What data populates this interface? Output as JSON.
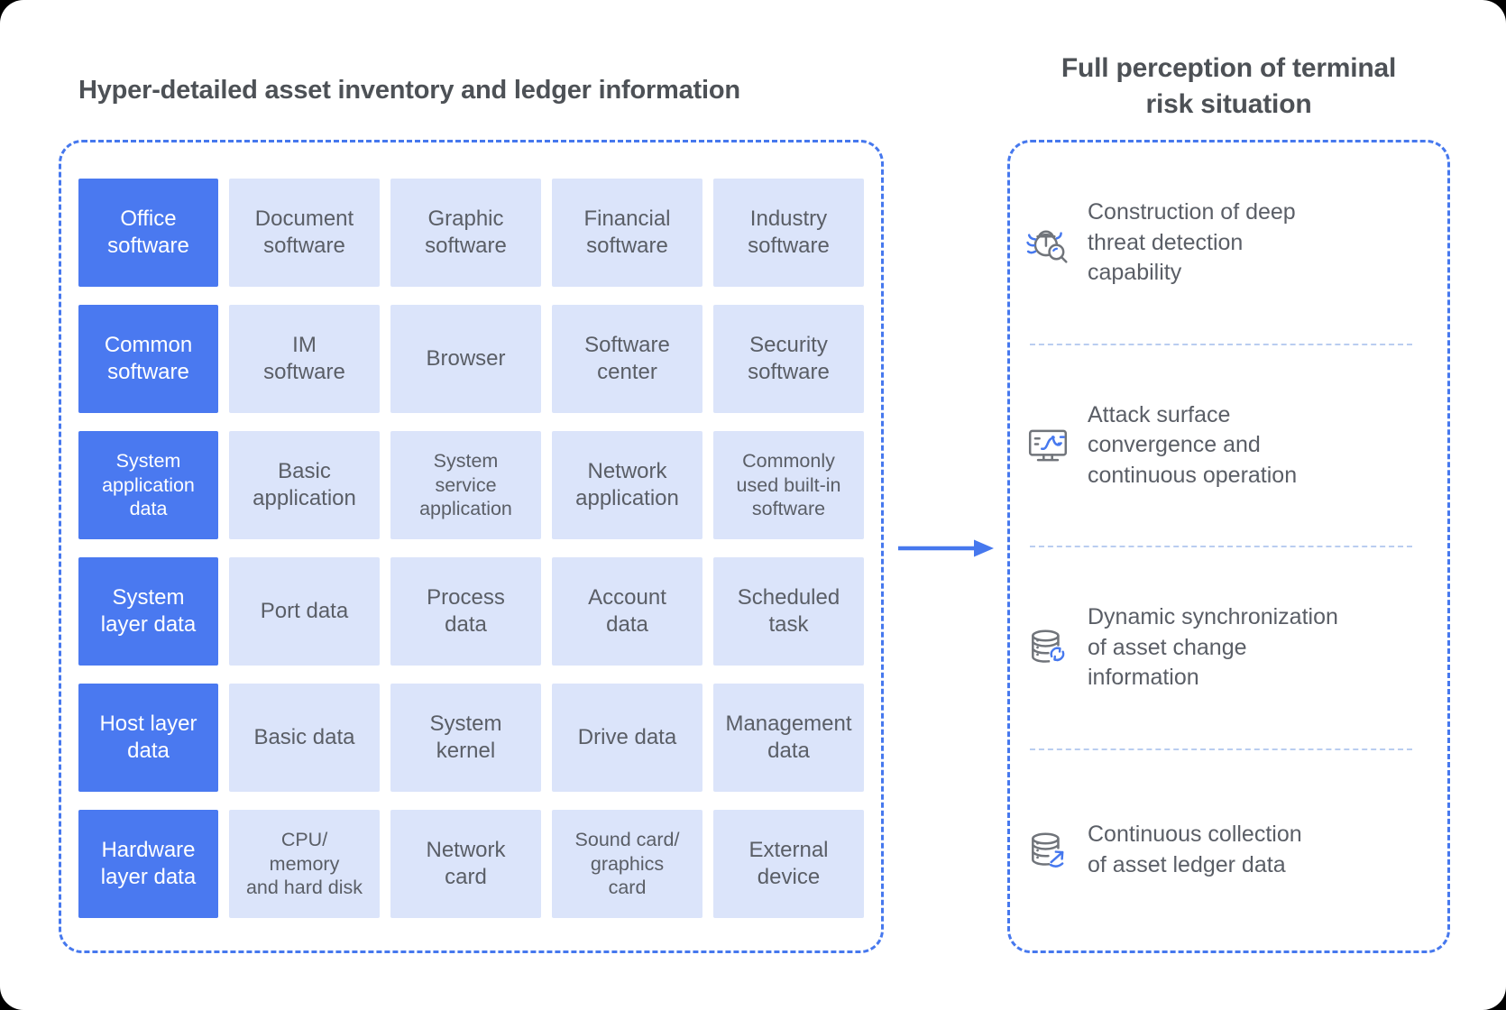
{
  "left_section": {
    "title": "Hyper-detailed asset inventory and ledger information",
    "rows": [
      {
        "header": "Office\nsoftware",
        "cells": [
          "Document\nsoftware",
          "Graphic\nsoftware",
          "Financial\nsoftware",
          "Industry\nsoftware"
        ]
      },
      {
        "header": "Common\nsoftware",
        "cells": [
          "IM\nsoftware",
          "Browser",
          "Software\ncenter",
          "Security\nsoftware"
        ]
      },
      {
        "header": "System\napplication\ndata",
        "cells": [
          "Basic\napplication",
          "System\nservice\napplication",
          "Network\napplication",
          "Commonly\nused built-in\nsoftware"
        ]
      },
      {
        "header": "System\nlayer data",
        "cells": [
          "Port data",
          "Process\ndata",
          "Account\ndata",
          "Scheduled\ntask"
        ]
      },
      {
        "header": "Host layer\ndata",
        "cells": [
          "Basic data",
          "System\nkernel",
          "Drive data",
          "Management\ndata"
        ]
      },
      {
        "header": "Hardware\nlayer data",
        "cells": [
          "CPU/\nmemory\nand hard disk",
          "Network\ncard",
          "Sound card/\ngraphics\ncard",
          "External\ndevice"
        ]
      }
    ]
  },
  "right_section": {
    "title": "Full perception of terminal\nrisk situation",
    "items": [
      {
        "icon": "bug-search-icon",
        "text": "Construction of deep\nthreat detection\ncapability"
      },
      {
        "icon": "monitor-flow-icon",
        "text": "Attack surface\nconvergence and\ncontinuous operation"
      },
      {
        "icon": "database-sync-icon",
        "text": "Dynamic synchronization\nof asset change\ninformation"
      },
      {
        "icon": "database-upload-icon",
        "text": "Continuous collection\nof asset ledger data"
      }
    ]
  },
  "colors": {
    "accent_blue": "#4a79f0",
    "border_blue": "#4678ee",
    "cell_light": "#dbe4fa",
    "separator_blue": "#b9cdf0",
    "text_gray": "#5a5e66",
    "title_gray": "#4d5156",
    "icon_gray": "#70747a"
  }
}
